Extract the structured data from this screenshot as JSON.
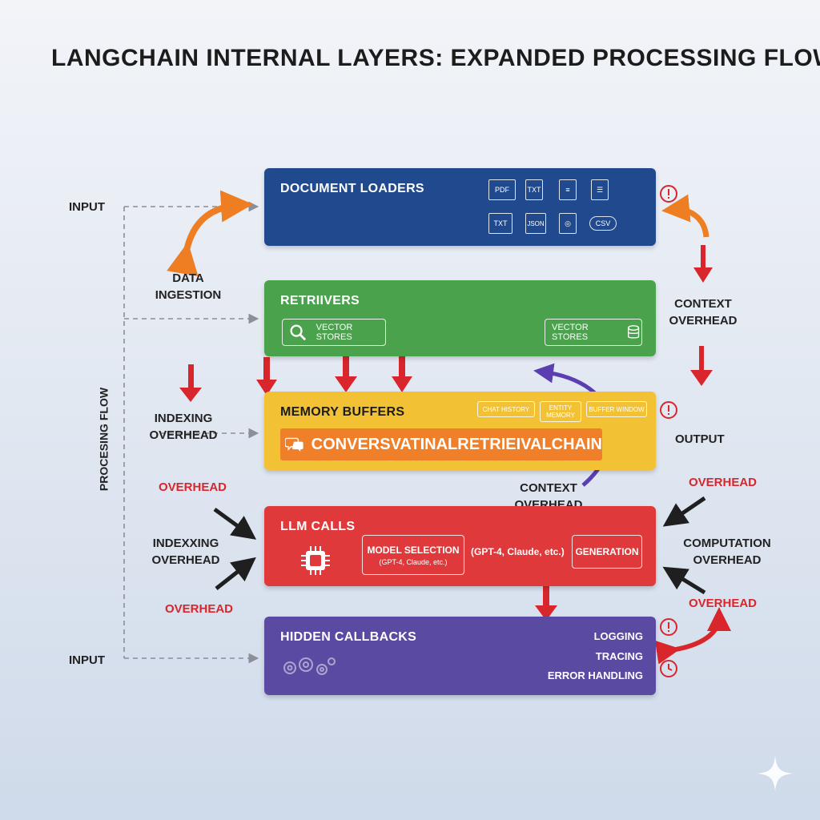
{
  "title": "LANGCHAIN INTERNAL LAYERS: EXPANDED PROCESSING FLOW",
  "colors": {
    "document_loaders": "#204a8d",
    "retrievers": "#4aa34c",
    "memory_buffers": "#f2c234",
    "memory_highlight": "#f07f2a",
    "llm_calls": "#e0393b",
    "hidden_callbacks": "#5a4aa1",
    "arrow_red": "#d8262c",
    "arrow_orange": "#ef7d22",
    "arrow_purple": "#5b3fb0",
    "arrow_black": "#1f1f1f"
  },
  "layers": {
    "document_loaders": {
      "title": "DOCUMENT LOADERS",
      "files": [
        "PDF",
        "TXT",
        "",
        "",
        "TXT",
        "JSON",
        "",
        "CSV"
      ]
    },
    "retrievers": {
      "title": "RETRIIVERS",
      "left_pill": "VECTOR STORES",
      "right_pill": "VECTOR STORES"
    },
    "memory_buffers": {
      "title": "MEMORY BUFFERS",
      "chips": [
        "CHAT HISTORY",
        "ENTITY MEMORY",
        "BUFFER WINDOW"
      ],
      "chain_name": "CONVERSVATINALRETRIEIVALCHAIN"
    },
    "llm_calls": {
      "title": "LLM CALLS",
      "model_selection": "MODEL SELECTION",
      "model_examples": "(GPT-4, Claude, etc.)",
      "model_examples_right": "(GPT-4, Claude, etc.)",
      "generation": "GENERATION"
    },
    "hidden_callbacks": {
      "title": "HIDDEN CALLBACKS",
      "items": [
        "LOGGING",
        "TRACING",
        "ERROR HANDLING"
      ]
    }
  },
  "labels": {
    "input_top": "INPUT",
    "data_ingestion": "DATA INGESTION",
    "processing_flow": "PROCESING FLOW",
    "indexing_overhead": "INDEXING OVERHEAD",
    "overhead_left_top": "OVERHEAD",
    "indexxing_overhead": "INDEXXING OVERHEAD",
    "overhead_left_bottom": "OVERHEAD",
    "input_bottom": "INPUT",
    "context_overhead_right": "CONTEXT OVERHEAD",
    "output": "OUTPUT",
    "context_overhead_center": "CONTEXT OVERHEAD",
    "overhead_right_top": "OVERHEAD",
    "computation_overhead": "COMPUTATION OVERHEAD",
    "overhead_right_bottom": "OVERHEAD"
  },
  "icons": [
    "pdf-file-icon",
    "txt-file-icon",
    "document-icon",
    "list-document-icon",
    "json-file-icon",
    "csv-icon",
    "search-icon",
    "database-icon",
    "chat-bubbles-icon",
    "chip-icon",
    "gears-icon",
    "warning-icon",
    "clock-icon",
    "sparkle-icon"
  ]
}
